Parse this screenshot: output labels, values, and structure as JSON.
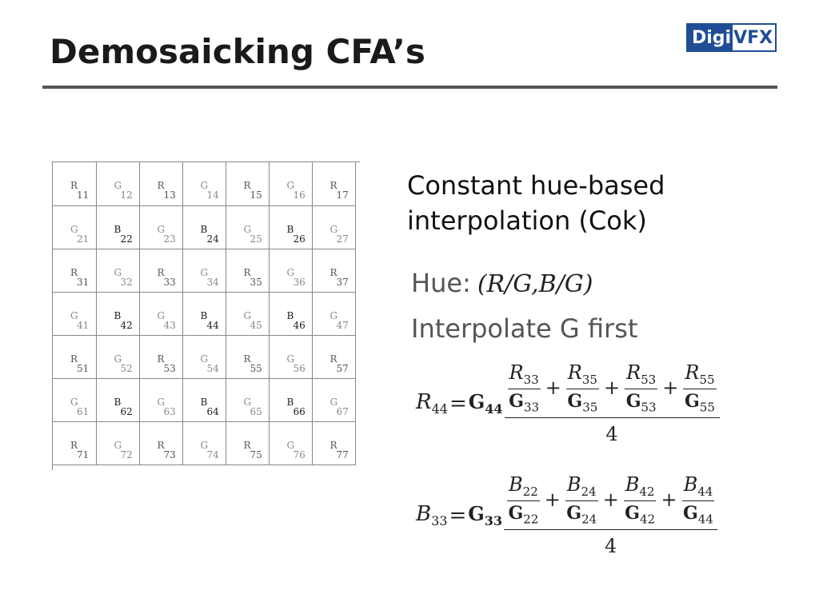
{
  "slide": {
    "title": "Demosaicking CFA’s",
    "logo": {
      "part1": "Digi",
      "part2": "VFX"
    },
    "description": "Constant hue-based interpolation (Cok)",
    "hue_label": "Hue:",
    "hue_formula": "(R/G,B/G)",
    "interp_text": "Interpolate G first"
  },
  "grid": [
    [
      [
        "R",
        "11"
      ],
      [
        "G",
        "12"
      ],
      [
        "R",
        "13"
      ],
      [
        "G",
        "14"
      ],
      [
        "R",
        "15"
      ],
      [
        "G",
        "16"
      ],
      [
        "R",
        "17"
      ]
    ],
    [
      [
        "G",
        "21"
      ],
      [
        "B",
        "22"
      ],
      [
        "G",
        "23"
      ],
      [
        "B",
        "24"
      ],
      [
        "G",
        "25"
      ],
      [
        "B",
        "26"
      ],
      [
        "G",
        "27"
      ]
    ],
    [
      [
        "R",
        "31"
      ],
      [
        "G",
        "32"
      ],
      [
        "R",
        "33"
      ],
      [
        "G",
        "34"
      ],
      [
        "R",
        "35"
      ],
      [
        "G",
        "36"
      ],
      [
        "R",
        "37"
      ]
    ],
    [
      [
        "G",
        "41"
      ],
      [
        "B",
        "42"
      ],
      [
        "G",
        "43"
      ],
      [
        "B",
        "44"
      ],
      [
        "G",
        "45"
      ],
      [
        "B",
        "46"
      ],
      [
        "G",
        "47"
      ]
    ],
    [
      [
        "R",
        "51"
      ],
      [
        "G",
        "52"
      ],
      [
        "R",
        "53"
      ],
      [
        "G",
        "54"
      ],
      [
        "R",
        "55"
      ],
      [
        "G",
        "56"
      ],
      [
        "R",
        "57"
      ]
    ],
    [
      [
        "G",
        "61"
      ],
      [
        "B",
        "62"
      ],
      [
        "G",
        "63"
      ],
      [
        "B",
        "64"
      ],
      [
        "G",
        "65"
      ],
      [
        "B",
        "66"
      ],
      [
        "G",
        "67"
      ]
    ],
    [
      [
        "R",
        "71"
      ],
      [
        "G",
        "72"
      ],
      [
        "R",
        "73"
      ],
      [
        "G",
        "74"
      ],
      [
        "R",
        "75"
      ],
      [
        "G",
        "76"
      ],
      [
        "R",
        "77"
      ]
    ]
  ],
  "equations": [
    {
      "lhs": "R",
      "lhs_sub": "44",
      "g_sub": "44",
      "denom": "4",
      "terms": [
        {
          "n": "R",
          "ns": "33",
          "d": "G",
          "ds": "33"
        },
        {
          "n": "R",
          "ns": "35",
          "d": "G",
          "ds": "35"
        },
        {
          "n": "R",
          "ns": "53",
          "d": "G",
          "ds": "53"
        },
        {
          "n": "R",
          "ns": "55",
          "d": "G",
          "ds": "55"
        }
      ]
    },
    {
      "lhs": "B",
      "lhs_sub": "33",
      "g_sub": "33",
      "denom": "4",
      "terms": [
        {
          "n": "B",
          "ns": "22",
          "d": "G",
          "ds": "22"
        },
        {
          "n": "B",
          "ns": "24",
          "d": "G",
          "ds": "24"
        },
        {
          "n": "B",
          "ns": "42",
          "d": "G",
          "ds": "42"
        },
        {
          "n": "B",
          "ns": "44",
          "d": "G",
          "ds": "44"
        }
      ]
    }
  ],
  "colors": {
    "accent": "#1f4e96",
    "rule": "#555555"
  }
}
